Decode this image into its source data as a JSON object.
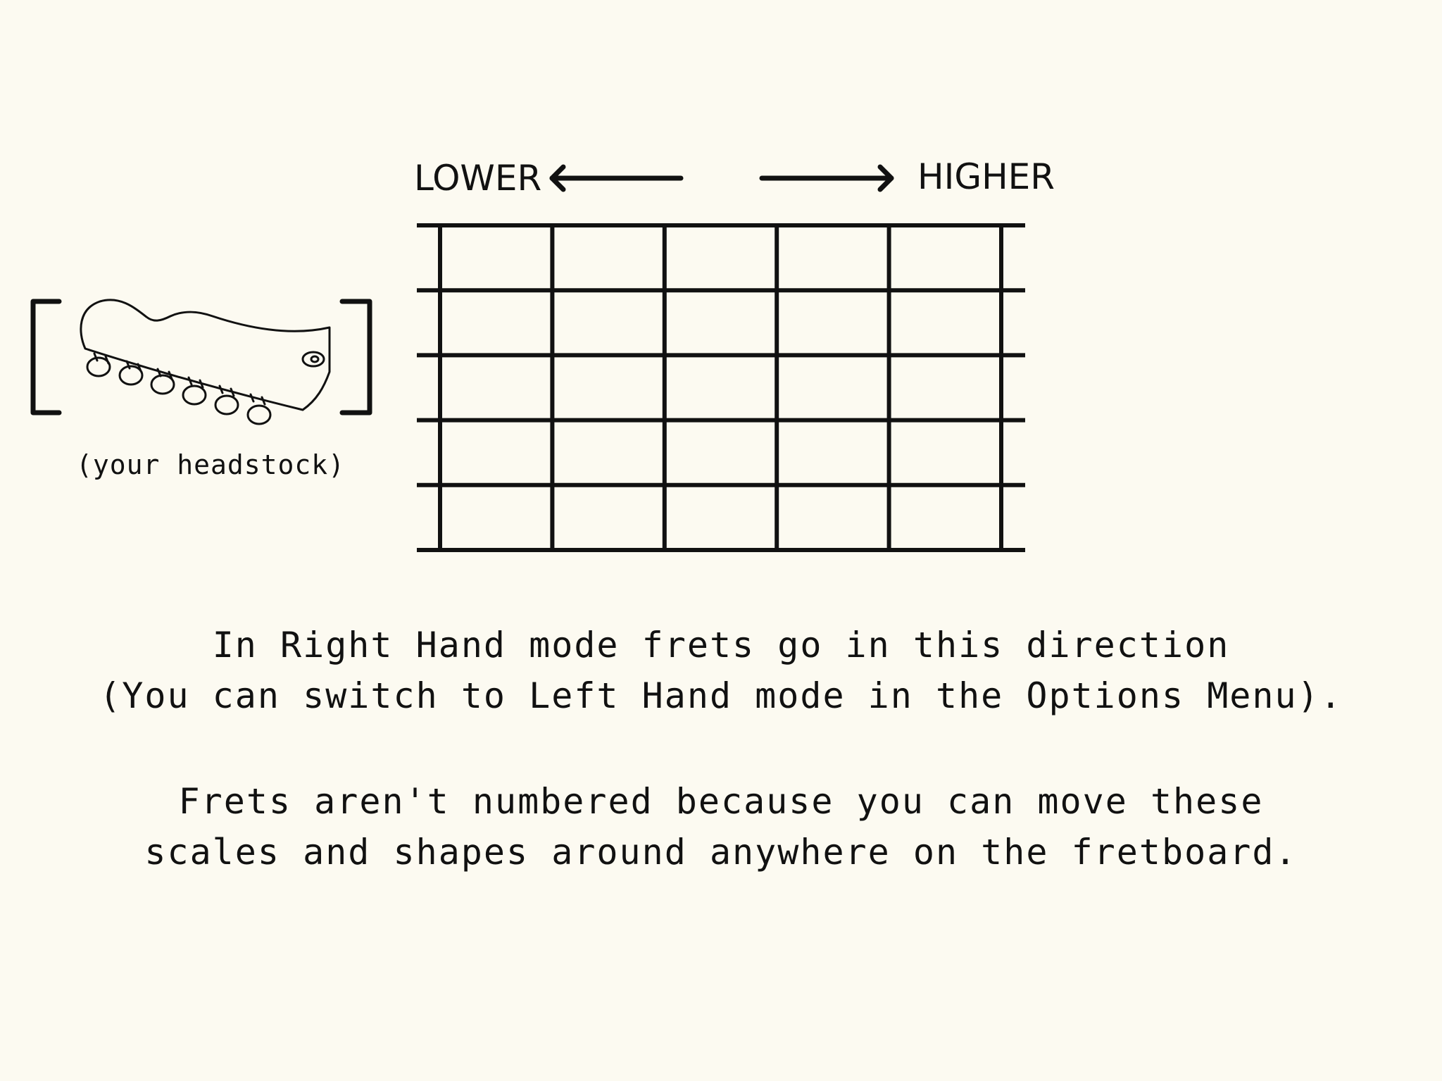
{
  "direction": {
    "lower_label": "LOWER",
    "higher_label": "HIGHER",
    "lower_arrow_icon": "left-arrow-icon",
    "higher_arrow_icon": "right-arrow-icon"
  },
  "headstock": {
    "icon": "guitar-headstock-icon",
    "caption": "(your headstock)"
  },
  "fretboard": {
    "strings": 6,
    "frets": 6
  },
  "paragraphs": [
    {
      "lines": [
        "In Right Hand mode frets go in this direction",
        "(You can switch to Left Hand mode in the Options Menu)."
      ]
    },
    {
      "lines": [
        "Frets aren't numbered because you can move these",
        "scales and shapes around anywhere on the fretboard."
      ]
    }
  ],
  "colors": {
    "background": "#fcfaf1",
    "ink": "#111111"
  }
}
